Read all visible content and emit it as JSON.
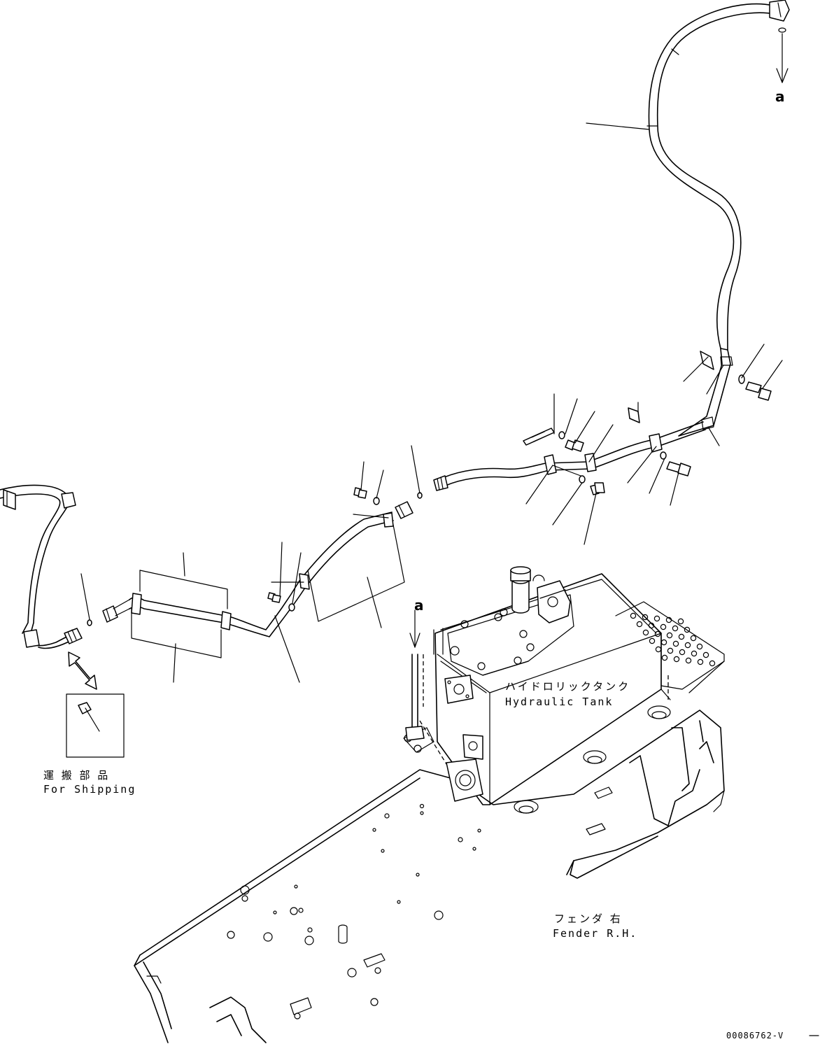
{
  "labels": {
    "ref_a_top": "a",
    "ref_a_mid": "a",
    "shipping_jp": "運 搬 部 品",
    "shipping_en": "For Shipping",
    "tank_jp": "ハイドロリックタンク",
    "tank_en": "Hydraulic Tank",
    "fender_jp": "フェンダ 右",
    "fender_en": "Fender R.H.",
    "drawing_code": "00086762-V"
  }
}
